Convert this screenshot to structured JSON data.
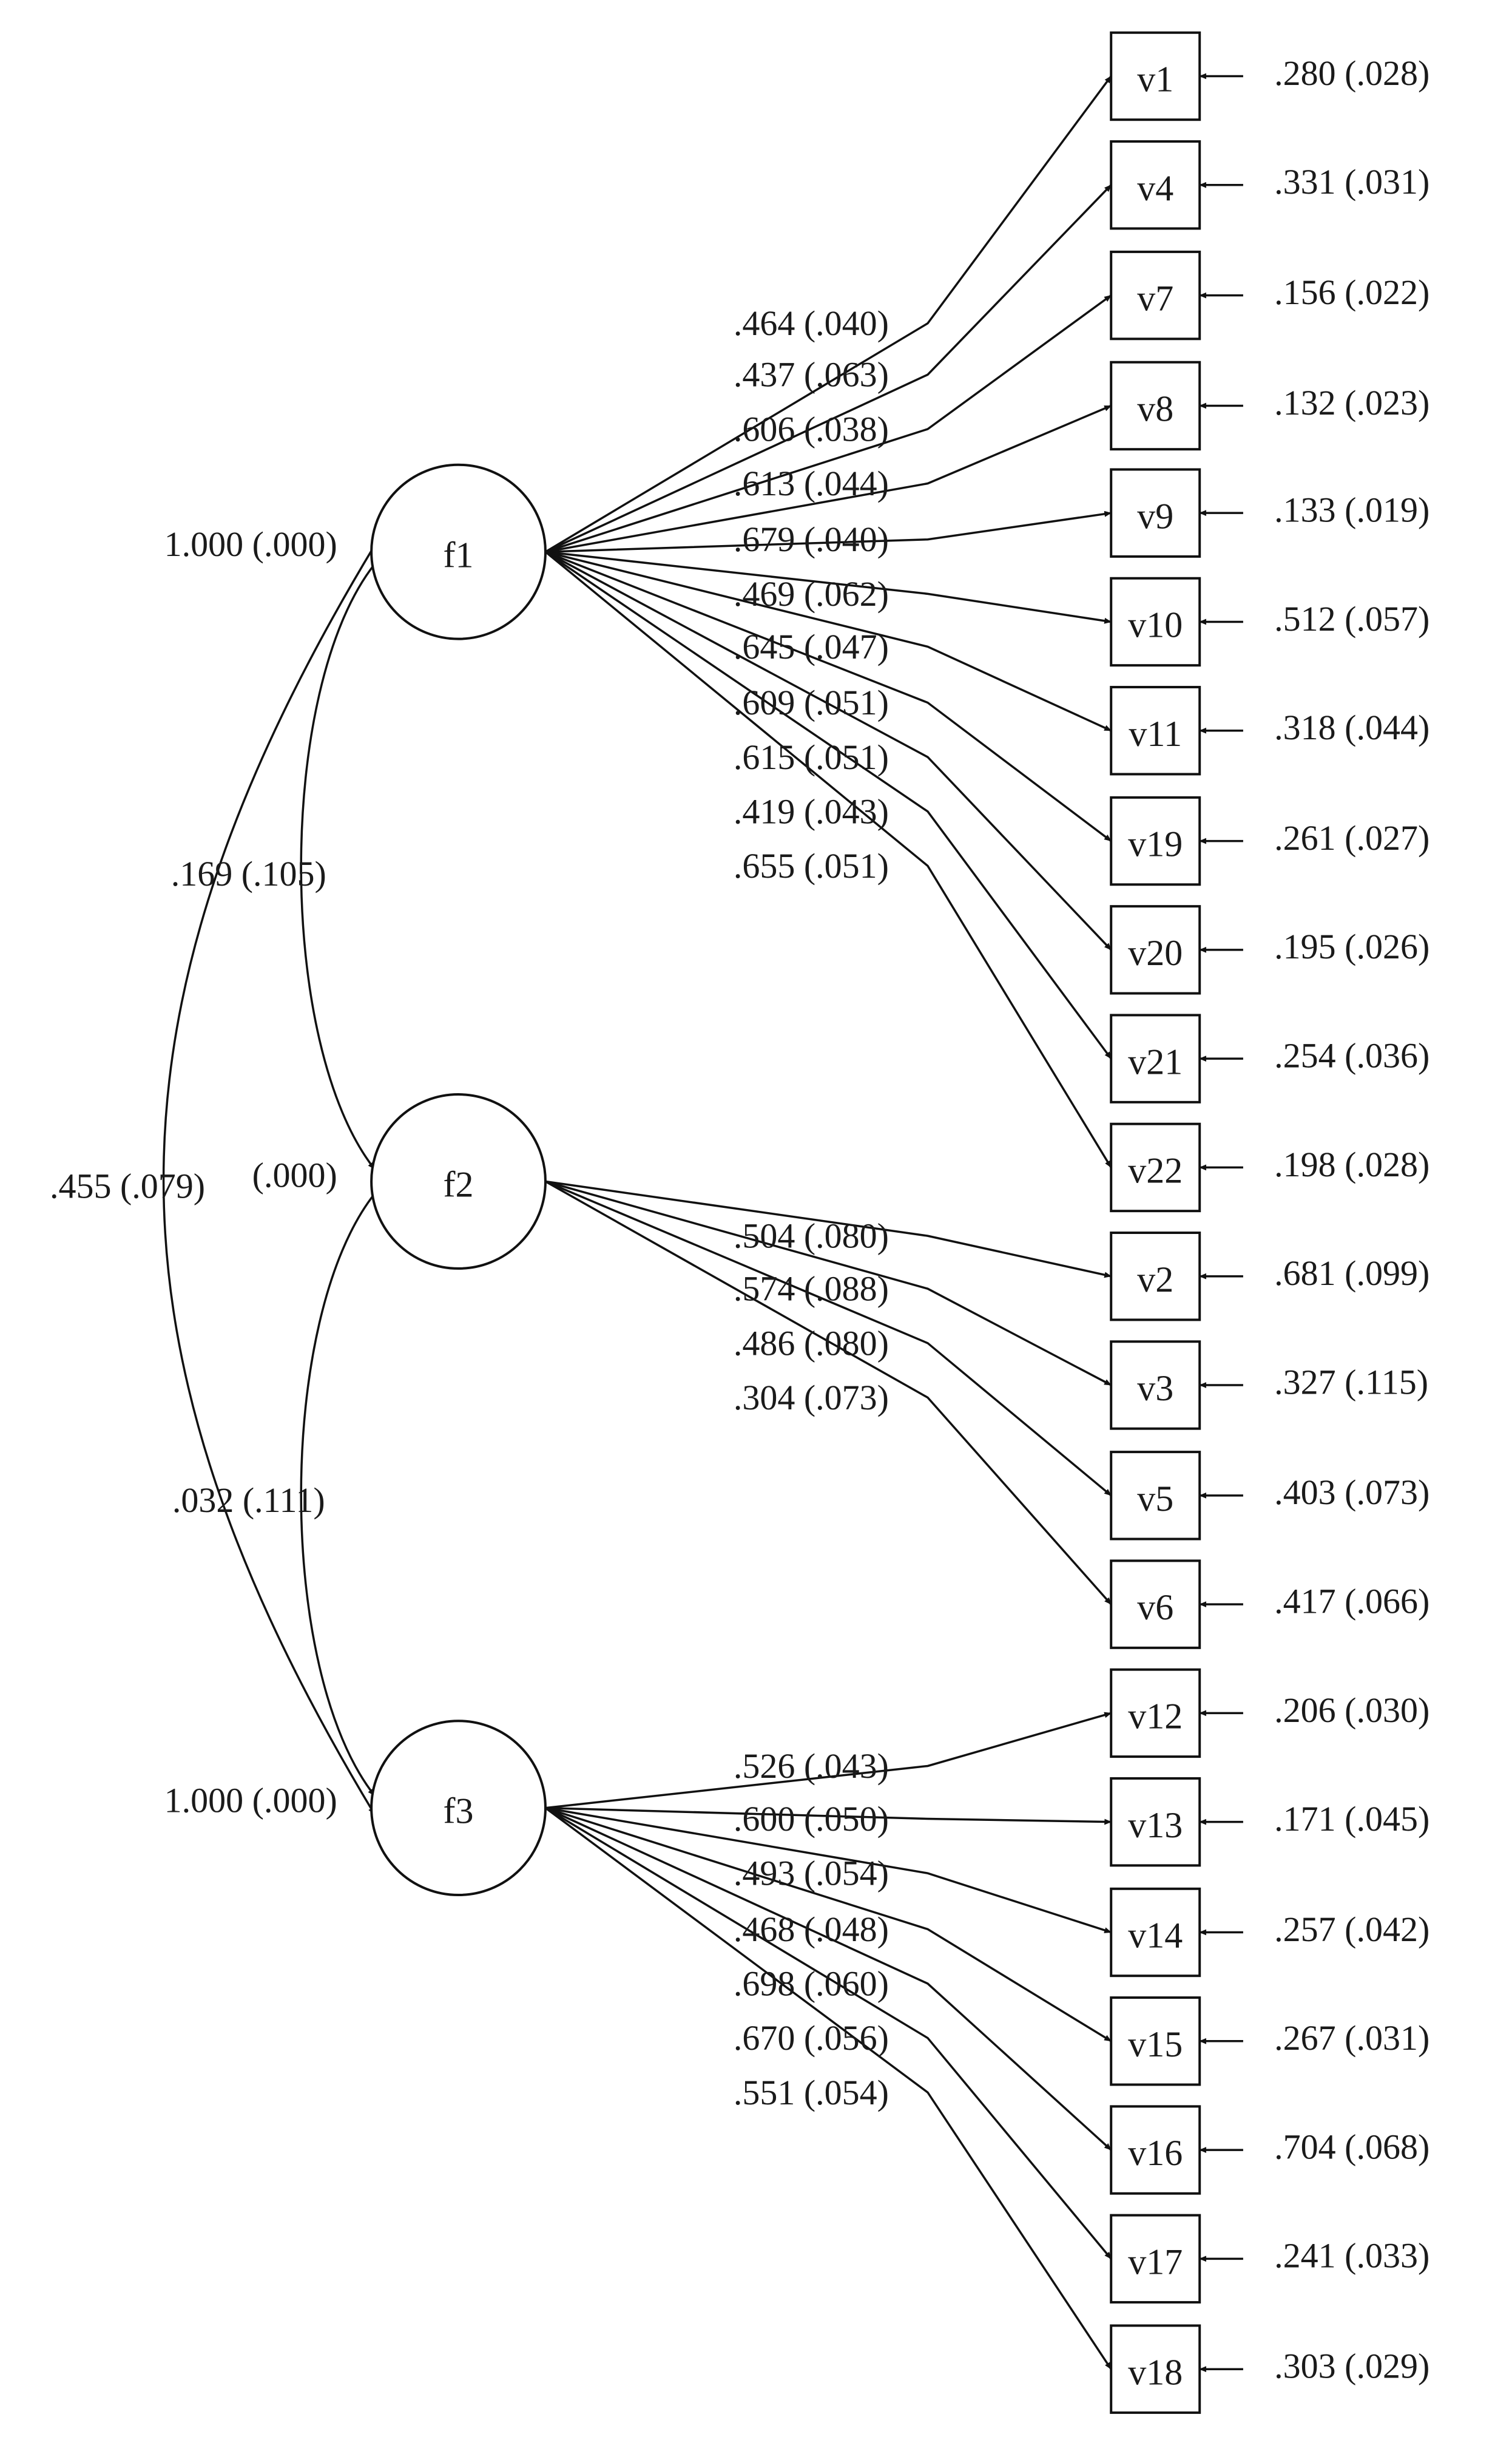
{
  "diagram": {
    "type": "path-diagram",
    "factors": [
      {
        "id": "f1",
        "label": "f1",
        "variance": "1.000 (.000)"
      },
      {
        "id": "f2",
        "label": "f2",
        "variance": "(.000)"
      },
      {
        "id": "f3",
        "label": "f3",
        "variance": "1.000 (.000)"
      }
    ],
    "covariances": [
      {
        "from": "f1",
        "to": "f2",
        "label": ".169 (.105)"
      },
      {
        "from": "f2",
        "to": "f3",
        "label": ".032 (.111)"
      },
      {
        "from": "f1",
        "to": "f3",
        "label": ".455 (.079)"
      }
    ],
    "indicators": [
      {
        "id": "v1",
        "factor": "f1",
        "loading": ".464 (.040)",
        "error": ".280 (.028)"
      },
      {
        "id": "v4",
        "factor": "f1",
        "loading": ".437 (.063)",
        "error": ".331 (.031)"
      },
      {
        "id": "v7",
        "factor": "f1",
        "loading": ".606 (.038)",
        "error": ".156 (.022)"
      },
      {
        "id": "v8",
        "factor": "f1",
        "loading": ".613 (.044)",
        "error": ".132 (.023)"
      },
      {
        "id": "v9",
        "factor": "f1",
        "loading": ".679 (.040)",
        "error": ".133 (.019)"
      },
      {
        "id": "v10",
        "factor": "f1",
        "loading": ".469 (.062)",
        "error": ".512 (.057)"
      },
      {
        "id": "v11",
        "factor": "f1",
        "loading": ".645 (.047)",
        "error": ".318 (.044)"
      },
      {
        "id": "v19",
        "factor": "f1",
        "loading": ".609 (.051)",
        "error": ".261 (.027)"
      },
      {
        "id": "v20",
        "factor": "f1",
        "loading": ".615 (.051)",
        "error": ".195 (.026)"
      },
      {
        "id": "v21",
        "factor": "f1",
        "loading": ".419 (.043)",
        "error": ".254 (.036)"
      },
      {
        "id": "v22",
        "factor": "f1",
        "loading": ".655 (.051)",
        "error": ".198 (.028)"
      },
      {
        "id": "v2",
        "factor": "f2",
        "loading": ".504 (.080)",
        "error": ".681 (.099)"
      },
      {
        "id": "v3",
        "factor": "f2",
        "loading": ".574 (.088)",
        "error": ".327 (.115)"
      },
      {
        "id": "v5",
        "factor": "f2",
        "loading": ".486 (.080)",
        "error": ".403 (.073)"
      },
      {
        "id": "v6",
        "factor": "f2",
        "loading": ".304 (.073)",
        "error": ".417 (.066)"
      },
      {
        "id": "v12",
        "factor": "f3",
        "loading": ".526 (.043)",
        "error": ".206 (.030)"
      },
      {
        "id": "v13",
        "factor": "f3",
        "loading": ".600 (.050)",
        "error": ".171 (.045)"
      },
      {
        "id": "v14",
        "factor": "f3",
        "loading": ".493 (.054)",
        "error": ".257 (.042)"
      },
      {
        "id": "v15",
        "factor": "f3",
        "loading": ".468 (.048)",
        "error": ".267 (.031)"
      },
      {
        "id": "v16",
        "factor": "f3",
        "loading": ".698 (.060)",
        "error": ".704 (.068)"
      },
      {
        "id": "v17",
        "factor": "f3",
        "loading": ".670 (.056)",
        "error": ".241 (.033)"
      },
      {
        "id": "v18",
        "factor": "f3",
        "loading": ".551 (.054)",
        "error": ".303 (.029)"
      }
    ]
  }
}
